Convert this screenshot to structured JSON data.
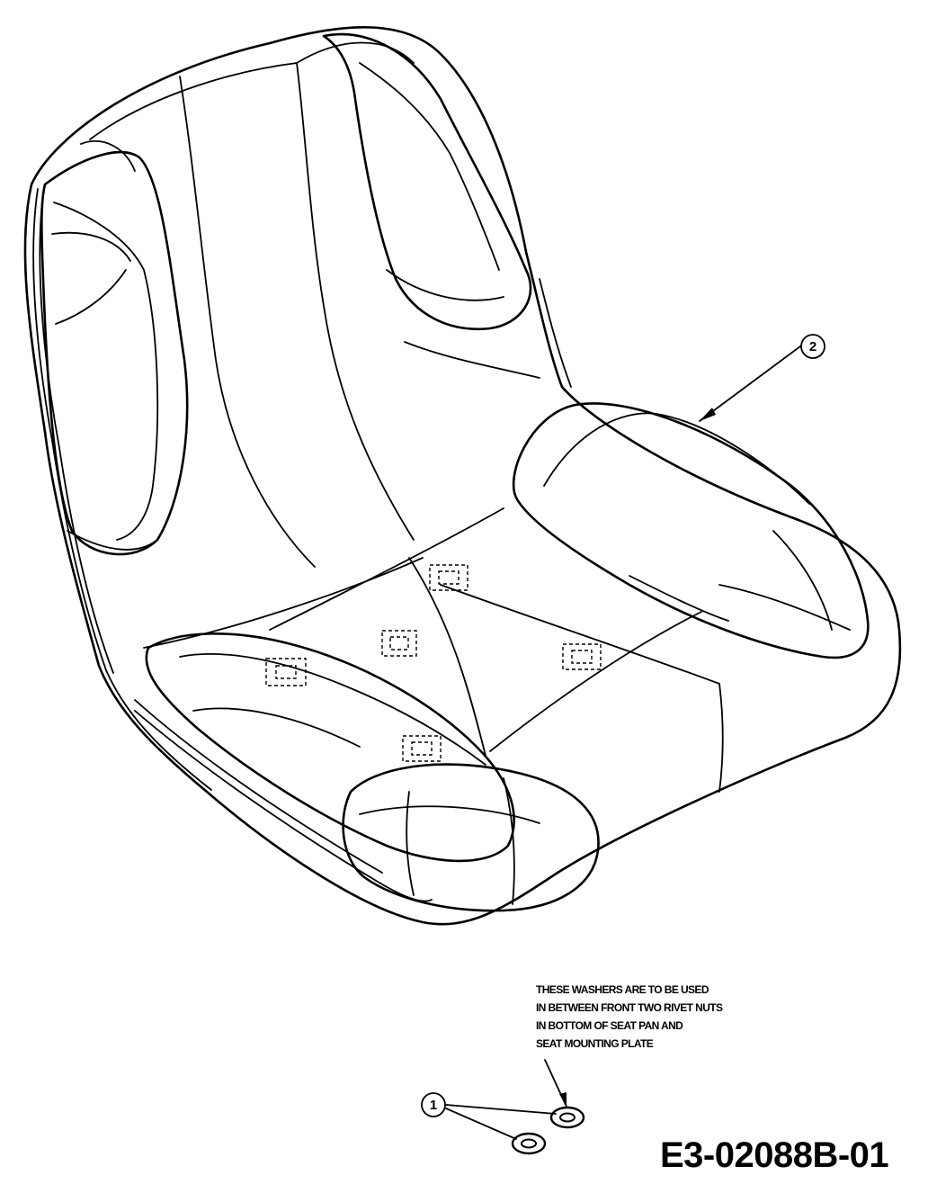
{
  "callouts": [
    {
      "number": "1",
      "part": "washer"
    },
    {
      "number": "2",
      "part": "seat"
    }
  ],
  "note": {
    "lines": [
      "THESE WASHERS ARE TO BE USED",
      "IN BETWEEN FRONT TWO RIVET NUTS",
      "IN BOTTOM OF SEAT PAN AND",
      "SEAT MOUNTING PLATE"
    ]
  },
  "drawing_id": "E3-02088B-01",
  "colors": {
    "line": "#000000",
    "background": "#ffffff"
  }
}
